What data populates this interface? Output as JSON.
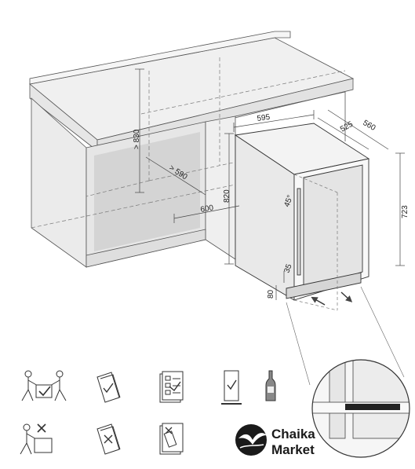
{
  "dimensions": {
    "counter_height": "> 830",
    "niche_depth": "> 590",
    "niche_width": "600",
    "niche_height": "820",
    "unit_width": "595",
    "unit_depth_body": "525",
    "unit_depth_total": "560",
    "unit_height": "723",
    "door_angle": "45°",
    "vent_gap": "35",
    "plinth_height": "80"
  },
  "brand": {
    "line1": "Chaika",
    "line2": "Market"
  },
  "icons": [
    "two-person-lift-icon",
    "manual-check-icon",
    "checklist-manual-icon",
    "upright-transport-icon",
    "bottle-icon",
    "single-person-lift-cross-icon",
    "manual-cross-icon",
    "tilted-transport-cross-icon"
  ],
  "colors": {
    "line": "#444444",
    "cabinet_fill": "#e3e3e3",
    "counter_fill": "#efefef",
    "dark_fill": "#cfcfcf",
    "brand": "#1a1a1a"
  }
}
